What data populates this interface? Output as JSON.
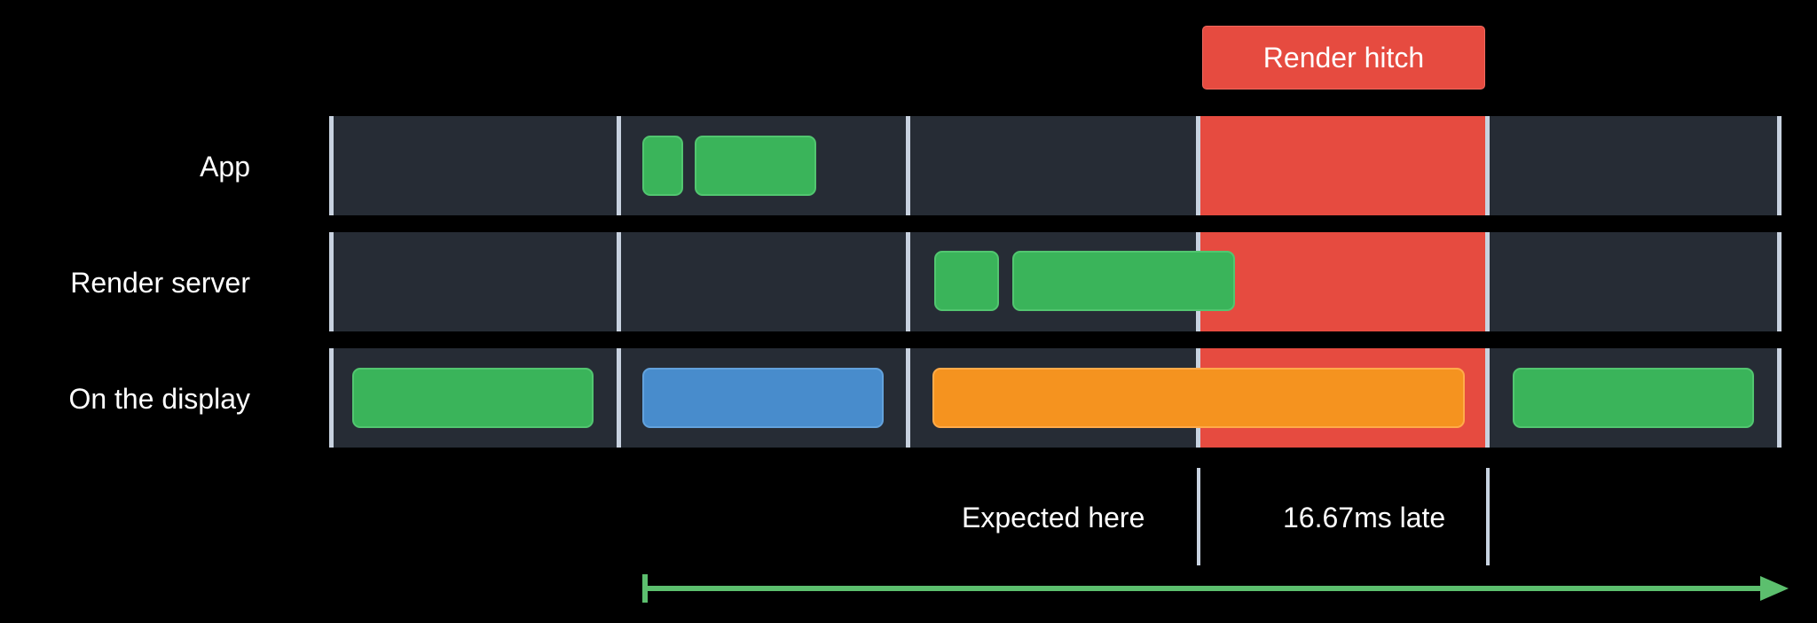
{
  "hitch": {
    "label": "Render hitch",
    "color": "#e64b40"
  },
  "rows": [
    {
      "label": "App"
    },
    {
      "label": "Render server"
    },
    {
      "label": "On the display"
    }
  ],
  "annotations": {
    "expected": "Expected here",
    "late": "16.67ms late"
  },
  "colors": {
    "lane": "#262c35",
    "tick": "#c8d2e0",
    "green": "#3ab45a",
    "blue": "#488ccc",
    "orange": "#f5931f",
    "arrow": "#5cbf6e",
    "background": "#000000"
  },
  "icons": {
    "timeline": "right-arrow-icon"
  }
}
